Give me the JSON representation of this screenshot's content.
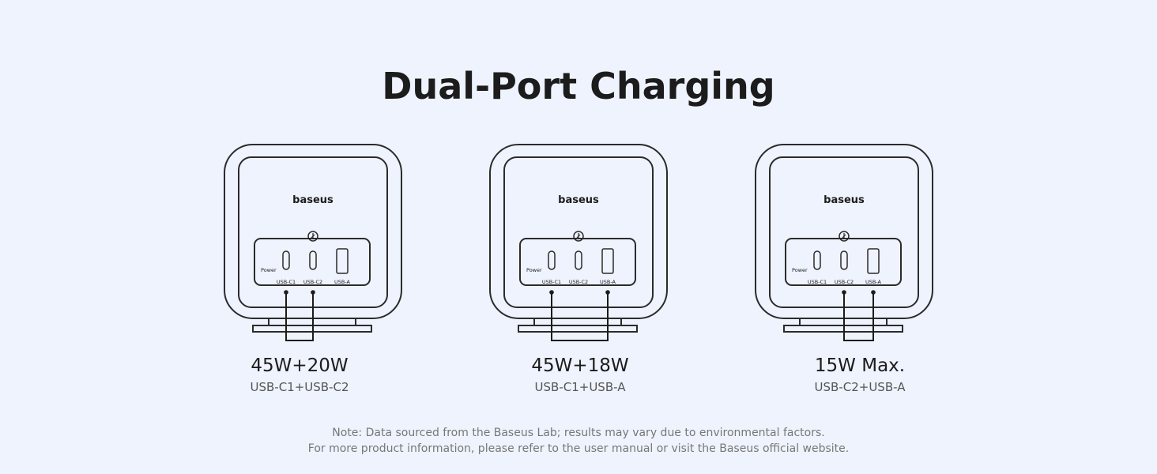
{
  "title": "Dual-Port Charging",
  "chargers": [
    {
      "brand": "baseus",
      "power_label": "Power",
      "port_labels": [
        "USB-C1",
        "USB-C2",
        "USB-A"
      ],
      "active_ports": [
        0,
        1
      ],
      "watt": "45W+20W",
      "combo": "USB-C1+USB-C2"
    },
    {
      "brand": "baseus",
      "power_label": "Power",
      "port_labels": [
        "USB-C1",
        "USB-C2",
        "USB-A"
      ],
      "active_ports": [
        0,
        2
      ],
      "watt": "45W+18W",
      "combo": "USB-C1+USB-A"
    },
    {
      "brand": "baseus",
      "power_label": "Power",
      "port_labels": [
        "USB-C1",
        "USB-C2",
        "USB-A"
      ],
      "active_ports": [
        1,
        2
      ],
      "watt": "15W Max.",
      "combo": "USB-C2+USB-A"
    }
  ],
  "note": {
    "line1": "Note: Data sourced from the Baseus Lab; results may vary due to environmental factors.",
    "line2": "For more product information, please refer to the user manual or visit the Baseus official website."
  },
  "colors": {
    "background": "#eef3fd",
    "outline": "#2b2b2b",
    "text": "#1c1c1c"
  }
}
